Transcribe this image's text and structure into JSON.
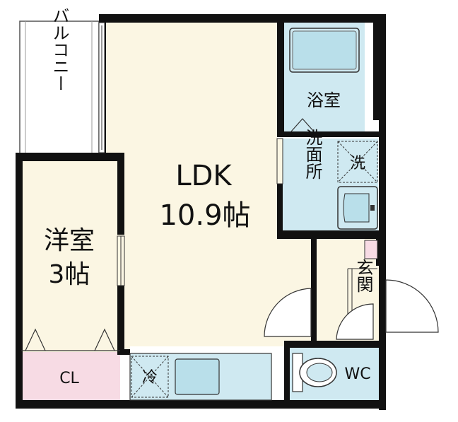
{
  "rooms": {
    "ldk": {
      "name": "LDK",
      "size": "10.9帖"
    },
    "western": {
      "name": "洋室",
      "size": "3帖"
    },
    "balcony": {
      "name": "バルコニー"
    },
    "bath": {
      "name": "浴室"
    },
    "washroom": {
      "name": "洗面所"
    },
    "washer": {
      "name": "洗"
    },
    "entrance": {
      "name": "玄関"
    },
    "toilet": {
      "name": "WC"
    },
    "closet": {
      "name": "CL"
    },
    "fridge": {
      "name": "冷"
    }
  },
  "colors": {
    "floor": "#fbf6e3",
    "wet_area": "#cfe9f1",
    "closet": "#f7dbe4",
    "wall": "#111111",
    "balcony": "#ffffff"
  }
}
